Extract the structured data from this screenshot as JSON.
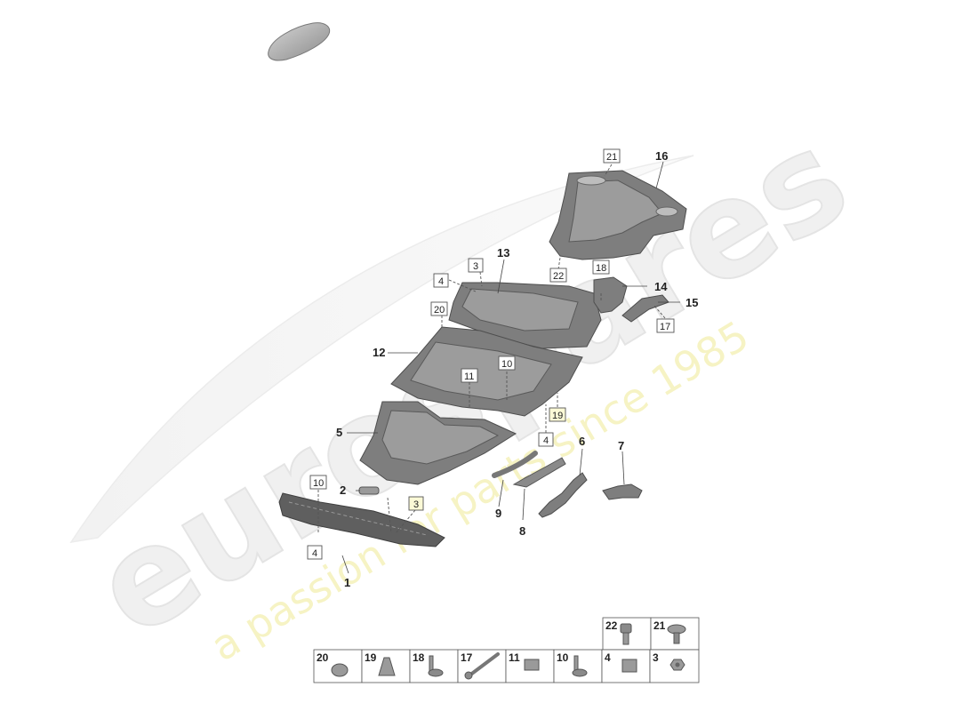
{
  "watermark": {
    "brand": "eurospares",
    "tagline": "a passion for parts since 1985"
  },
  "callouts": {
    "c1": "1",
    "c2": "2",
    "c5": "5",
    "c6": "6",
    "c7": "7",
    "c8": "8",
    "c9": "9",
    "c12": "12",
    "c13": "13",
    "c14": "14",
    "c15": "15",
    "c16": "16"
  },
  "boxed_refs": {
    "b21_top": "21",
    "b22_mid": "22",
    "b18_mid": "18",
    "b3_top": "3",
    "b4_top": "4",
    "b20_mid": "20",
    "b17_mid": "17",
    "b11_mid": "11",
    "b10_mid": "10",
    "b19_mid": "19",
    "b4_mid": "4",
    "b10_low": "10",
    "b3_low": "3",
    "b4_low": "4"
  },
  "fastener_table": {
    "top_row": [
      "22",
      "21"
    ],
    "bottom_row": [
      "20",
      "19",
      "18",
      "17",
      "11",
      "10",
      "4",
      "3"
    ]
  }
}
